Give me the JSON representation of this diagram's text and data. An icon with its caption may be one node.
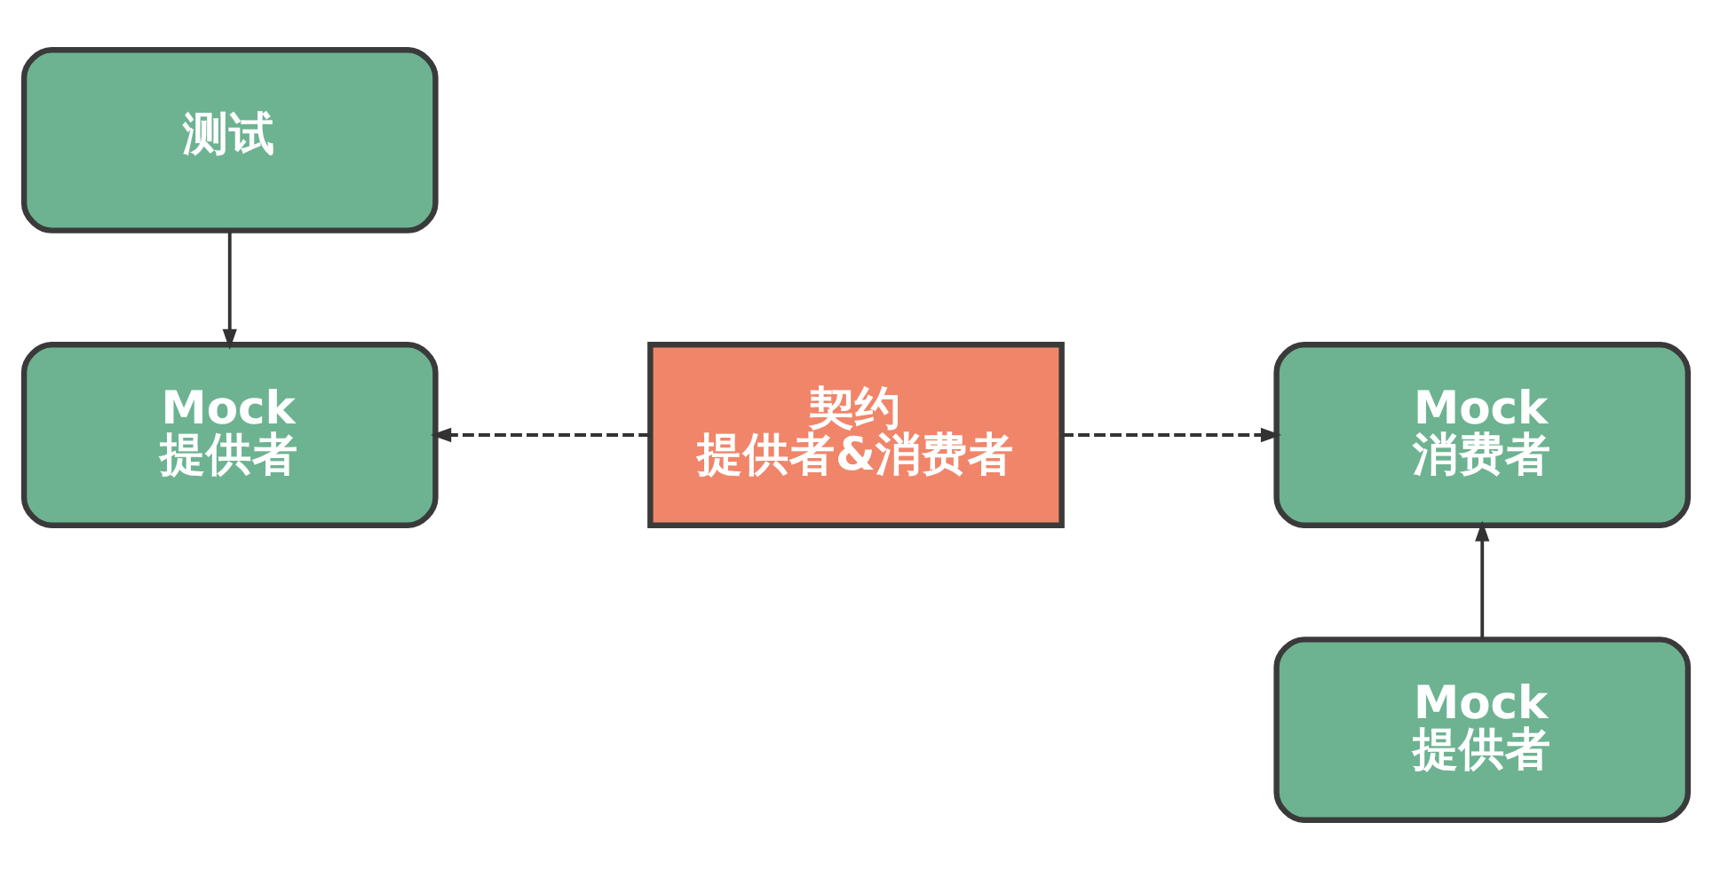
{
  "diagram": {
    "nodes": [
      {
        "text": [
          "测试"
        ]
      },
      {
        "text": [
          "Mock 提供者"
        ]
      },
      {
        "text": [
          "契约",
          "提供者&消费者"
        ]
      },
      {
        "text": [
          "Mock 消费者"
        ]
      },
      {
        "text": [
          "Mock 提供者"
        ]
      }
    ],
    "edges": [
      {
        "from": 0,
        "to": 1,
        "arrow": "to"
      },
      {
        "from": 2,
        "to": 1,
        "arrow": "to",
        "style": "dashed"
      },
      {
        "from": 2,
        "to": 3,
        "arrow": "to",
        "style": "dashed"
      },
      {
        "from": 4,
        "to": 3,
        "arrow": "to"
      }
    ]
  }
}
